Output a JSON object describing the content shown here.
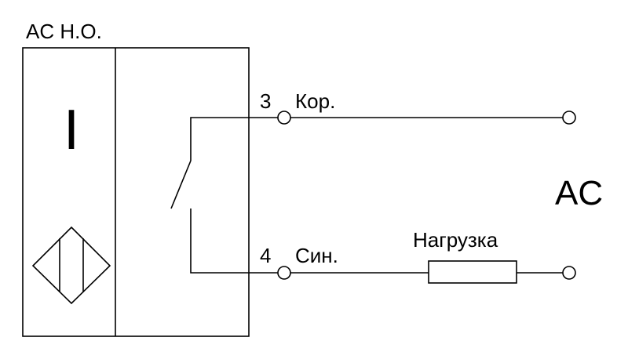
{
  "title": "AC Н.О.",
  "device": {
    "indicator_label": "I"
  },
  "terminals": [
    {
      "number": "3",
      "label": "Кор."
    },
    {
      "number": "4",
      "label": "Син."
    }
  ],
  "load_label": "Нагрузка",
  "supply_label": "AC",
  "icons": {
    "sensor": "inductive-sensor-symbol",
    "switch": "normally-open-switch-symbol"
  }
}
